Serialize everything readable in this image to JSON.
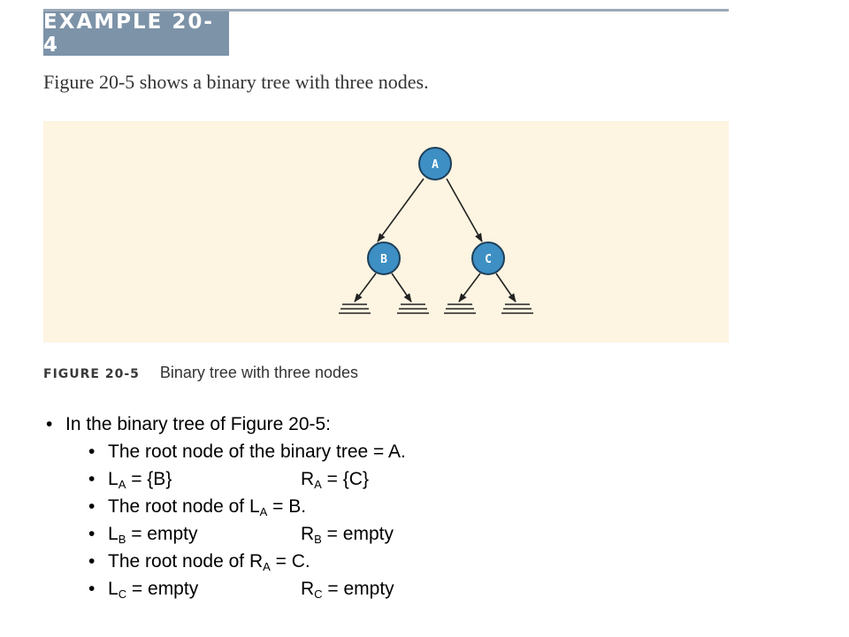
{
  "header": {
    "example_label": "EXAMPLE 20-4"
  },
  "intro_text": "Figure 20-5 shows a binary tree with three nodes.",
  "figure": {
    "nodes": [
      {
        "id": "A",
        "label": "A"
      },
      {
        "id": "B",
        "label": "B"
      },
      {
        "id": "C",
        "label": "C"
      }
    ],
    "caption_number": "FIGURE 20-5",
    "caption_text": "Binary tree with three nodes",
    "colors": {
      "node_fill": "#3d8fc4",
      "node_stroke": "#1d3f59",
      "panel_bg": "#fdf4e1",
      "edge": "#222222"
    }
  },
  "bullets": {
    "heading": "In the binary tree of Figure 20-5:",
    "root_line": "The root node of the binary tree = A.",
    "la": {
      "prefix": "L",
      "sub": "A",
      "suffix": " = {B}"
    },
    "ra": {
      "prefix": "R",
      "sub": "A",
      "suffix": " = {C}"
    },
    "root_la": {
      "prefix": "The root node of L",
      "sub": "A",
      "suffix": " = B."
    },
    "lb": {
      "prefix": "L",
      "sub": "B",
      "suffix": " = empty"
    },
    "rb": {
      "prefix": "R",
      "sub": "B",
      "suffix": " = empty"
    },
    "root_ra": {
      "prefix": "The root node of R",
      "sub": "A",
      "suffix": " = C."
    },
    "lc": {
      "prefix": "L",
      "sub": "C",
      "suffix": " = empty"
    },
    "rc": {
      "prefix": "R",
      "sub": "C",
      "suffix": " = empty"
    },
    "bullet_glyph": "•"
  }
}
